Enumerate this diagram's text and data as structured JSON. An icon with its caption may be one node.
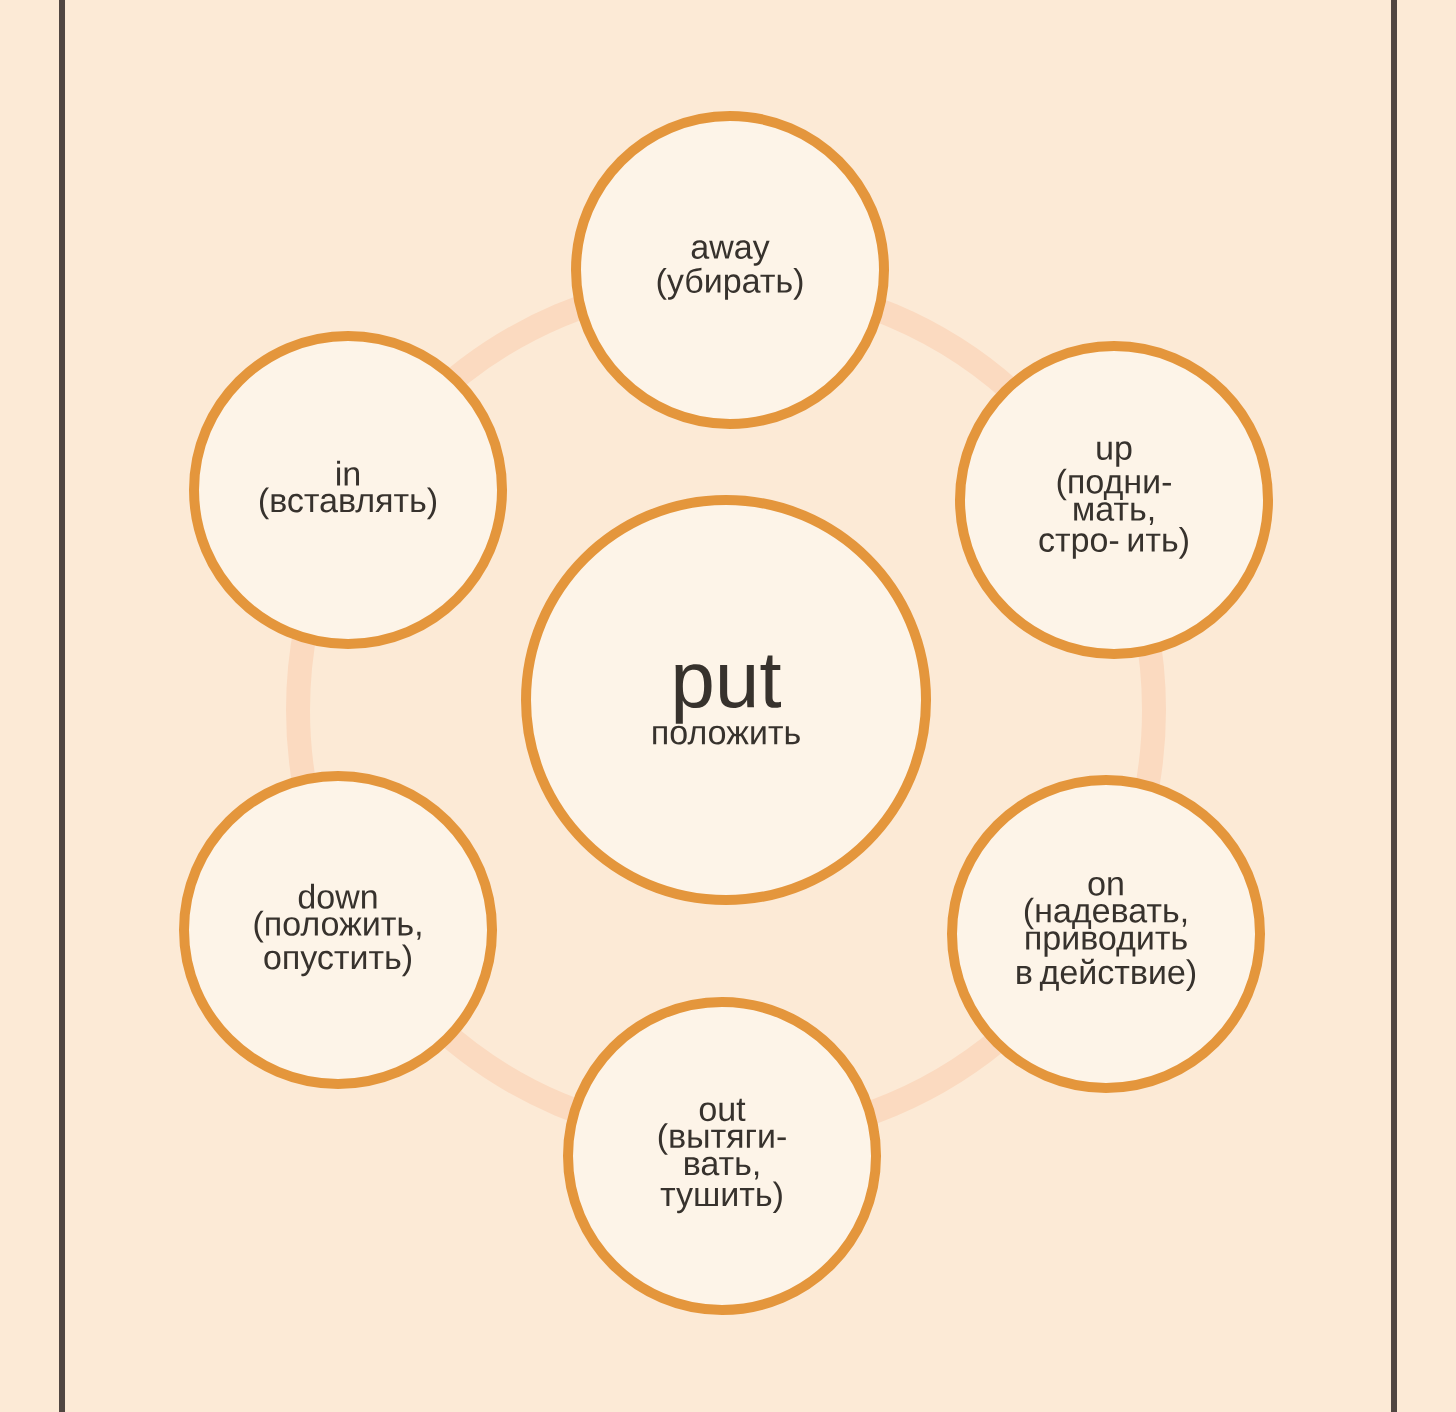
{
  "diagram": {
    "nodes": [
      {
        "text": [
          "put",
          "положить"
        ]
      },
      {
        "text": [
          "away",
          "(убирать)"
        ]
      },
      {
        "text": [
          "up",
          "(подни- мать, стро- ить)"
        ]
      },
      {
        "text": [
          "on",
          "(надевать, приводить в действие)"
        ]
      },
      {
        "text": [
          "out",
          "(вытяги- вать, тушить)"
        ]
      },
      {
        "text": [
          "down",
          "(положить, опустить)"
        ]
      },
      {
        "text": [
          "in",
          "(вставлять)"
        ]
      }
    ]
  }
}
